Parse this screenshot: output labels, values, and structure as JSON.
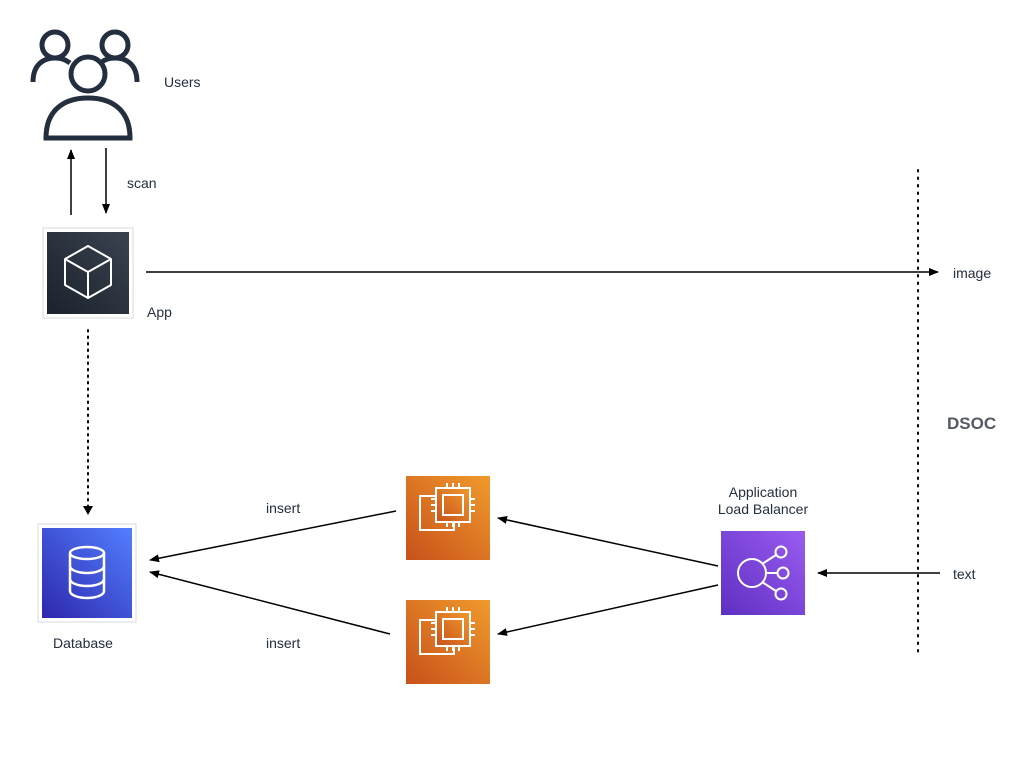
{
  "labels": {
    "users": "Users",
    "scan": "scan",
    "app": "App",
    "image": "image",
    "dsoc": "DSOC",
    "alb_line1": "Application",
    "alb_line2": "Load Balancer",
    "database": "Database",
    "insert_top": "insert",
    "insert_bottom": "insert",
    "text": "text"
  },
  "colors": {
    "app_bg": "#232f3e",
    "ec2_bg": "#e07b1f",
    "alb_bg": "#7d3fd1",
    "db_bg": "#3b48cc",
    "arrow": "#000000"
  },
  "icons": {
    "users": "users-icon",
    "app": "cube-icon",
    "ec2": "chip-icon",
    "alb": "load-balancer-icon",
    "database": "database-icon"
  }
}
